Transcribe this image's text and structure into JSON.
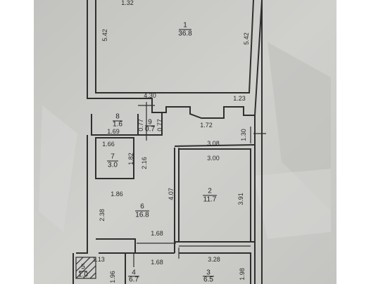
{
  "plan": {
    "rooms": [
      {
        "id": "1",
        "number": "1",
        "area": "36.8"
      },
      {
        "id": "2",
        "number": "2",
        "area": "11.7"
      },
      {
        "id": "3",
        "number": "3",
        "area": "6.5"
      },
      {
        "id": "4",
        "number": "4",
        "area": "6.7"
      },
      {
        "id": "5",
        "number": "5",
        "area": "1.0"
      },
      {
        "id": "6",
        "number": "6",
        "area": "16.8"
      },
      {
        "id": "7",
        "number": "7",
        "area": "3.0"
      },
      {
        "id": "8",
        "number": "8",
        "area": "1.6"
      },
      {
        "id": "9",
        "number": "9",
        "area": "0.7"
      }
    ],
    "dimensions": [
      {
        "id": "d_132",
        "text": "1.32"
      },
      {
        "id": "d_542_left",
        "text": "5.42"
      },
      {
        "id": "d_542_right",
        "text": "5.42"
      },
      {
        "id": "d_430",
        "text": "4.30"
      },
      {
        "id": "d_123",
        "text": "1.23"
      },
      {
        "id": "d_169",
        "text": "1.69"
      },
      {
        "id": "d_077_a",
        "text": "0.77"
      },
      {
        "id": "d_077_b",
        "text": "0.77"
      },
      {
        "id": "d_172",
        "text": "1.72"
      },
      {
        "id": "d_130",
        "text": "1.30"
      },
      {
        "id": "d_166",
        "text": "1.66"
      },
      {
        "id": "d_308",
        "text": "3.08"
      },
      {
        "id": "d_300",
        "text": "3.00"
      },
      {
        "id": "d_182",
        "text": "1.82"
      },
      {
        "id": "d_216",
        "text": "2.16"
      },
      {
        "id": "d_407",
        "text": "4.07"
      },
      {
        "id": "d_391",
        "text": "3.91"
      },
      {
        "id": "d_186",
        "text": "1.86"
      },
      {
        "id": "d_238",
        "text": "2.38"
      },
      {
        "id": "d_168_a",
        "text": "1.68"
      },
      {
        "id": "d_168_b",
        "text": "1.68"
      },
      {
        "id": "d_113",
        "text": "1.13"
      },
      {
        "id": "d_328",
        "text": "3.28"
      },
      {
        "id": "d_196",
        "text": "1.96"
      },
      {
        "id": "d_198",
        "text": "1.98"
      }
    ]
  },
  "colors": {
    "paper": "#c9c9c6",
    "wall": "#2f2f2f"
  }
}
